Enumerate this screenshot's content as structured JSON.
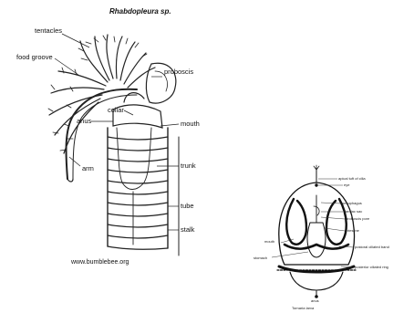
{
  "left_figure": {
    "title": "Rhabdopleura sp.",
    "labels": {
      "tentacles": "tentacles",
      "food_groove": "food groove",
      "proboscis": "proboscis",
      "collar": "collar",
      "anus": "anus",
      "mouth": "mouth",
      "arm": "arm",
      "trunk": "trunk",
      "tube": "tube",
      "stalk": "stalk"
    },
    "credit": "www.bumblebee.org"
  },
  "right_figure": {
    "labels": {
      "apical_tuft": "apical tuft of cilia",
      "eye": "eye",
      "oesophagus": "oesophagus",
      "cardiac_sac": "cardiac sac",
      "proboscis_pore": "proboscis pore",
      "intestine": "intestine",
      "mouth": "mouth",
      "stomach": "stomach",
      "postoral_ciliated_band": "postoral ciliated band",
      "posterior_ciliated_ring": "posterior ciliated ring",
      "anus": "anus"
    },
    "caption": "Tornaria larva"
  }
}
